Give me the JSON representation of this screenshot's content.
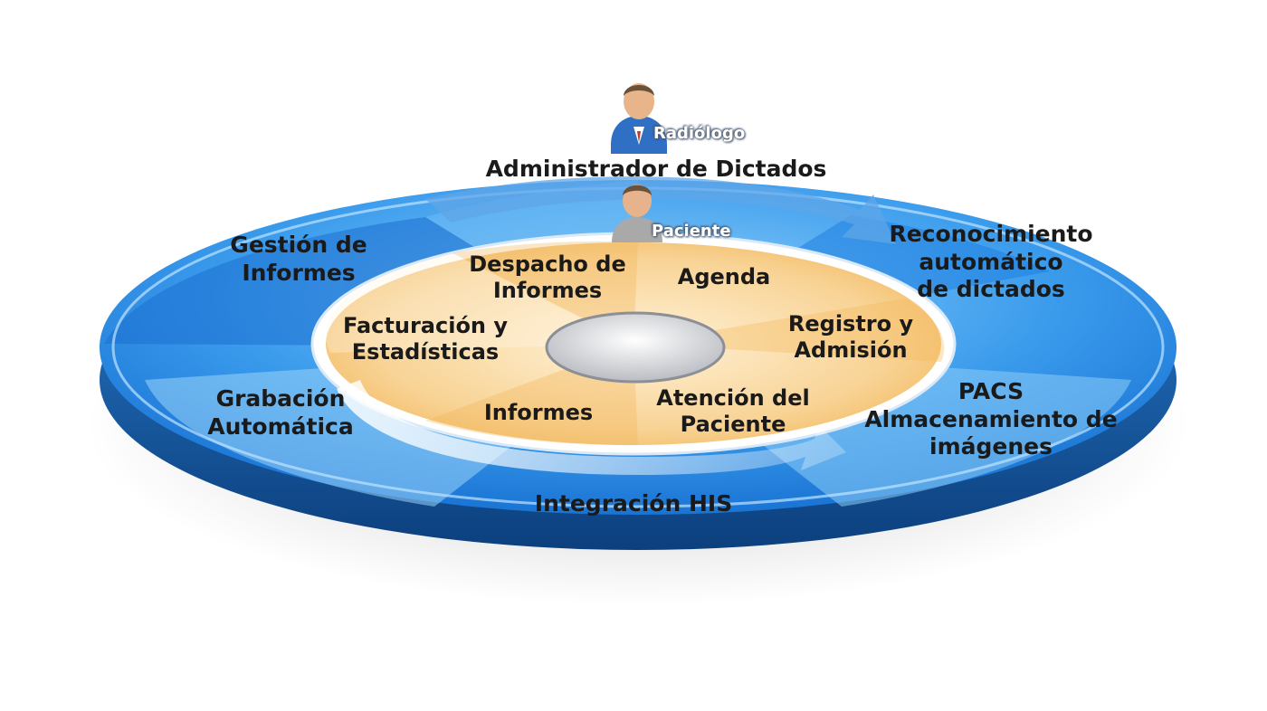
{
  "outer_ring": {
    "top": "Administrador de Dictados",
    "top_right": [
      "Reconocimiento",
      "automático",
      "de dictados"
    ],
    "right": [
      "PACS",
      "Almacenamiento de",
      "imágenes"
    ],
    "bottom": "Integración HIS",
    "left": [
      "Grabación",
      "Automática"
    ],
    "top_left": [
      "Gestión de",
      "Informes"
    ]
  },
  "inner_ring": {
    "despacho": [
      "Despacho de",
      "Informes"
    ],
    "agenda": "Agenda",
    "registro": [
      "Registro y",
      "Admisión"
    ],
    "atencion": [
      "Atención del",
      "Paciente"
    ],
    "informes": "Informes",
    "facturacion": [
      "Facturación y",
      "Estadísticas"
    ]
  },
  "actors": {
    "radiologo": "Radiólogo",
    "paciente": "Paciente"
  },
  "colors": {
    "outer_blue": "#2f8fe6",
    "outer_light": "#7fc4f4",
    "outer_edge": "#0f4f95",
    "inner_orange": "#f6c77e",
    "inner_light": "#fbe3b8",
    "white_ring": "#ffffff"
  }
}
